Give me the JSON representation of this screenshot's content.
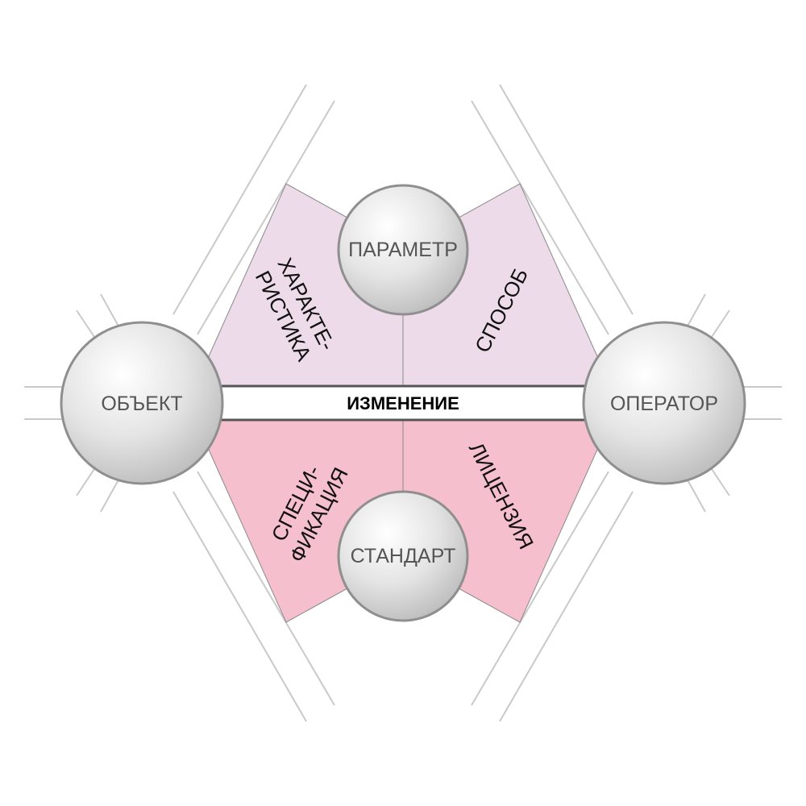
{
  "nodes": {
    "object": "ОБЪЕКТ",
    "parameter": "ПАРАМЕТР",
    "operator": "ОПЕРАТОР",
    "standard": "СТАНДАРТ"
  },
  "band": {
    "label": "ИЗМЕНЕНИЕ"
  },
  "regions": {
    "characteristic": {
      "line1": "ХАРАКТЕ-",
      "line2": "РИСТИКА"
    },
    "method": {
      "line1": "СПОСОБ"
    },
    "specification": {
      "line1": "СПЕЦИ-",
      "line2": "ФИКАЦИЯ"
    },
    "license": {
      "line1": "ЛИЦЕНЗИЯ"
    }
  },
  "colors": {
    "upper_fill": "#eedbea",
    "lower_fill": "#f6bfcd",
    "band_border": "#555555",
    "line": "#c8c8c8"
  }
}
